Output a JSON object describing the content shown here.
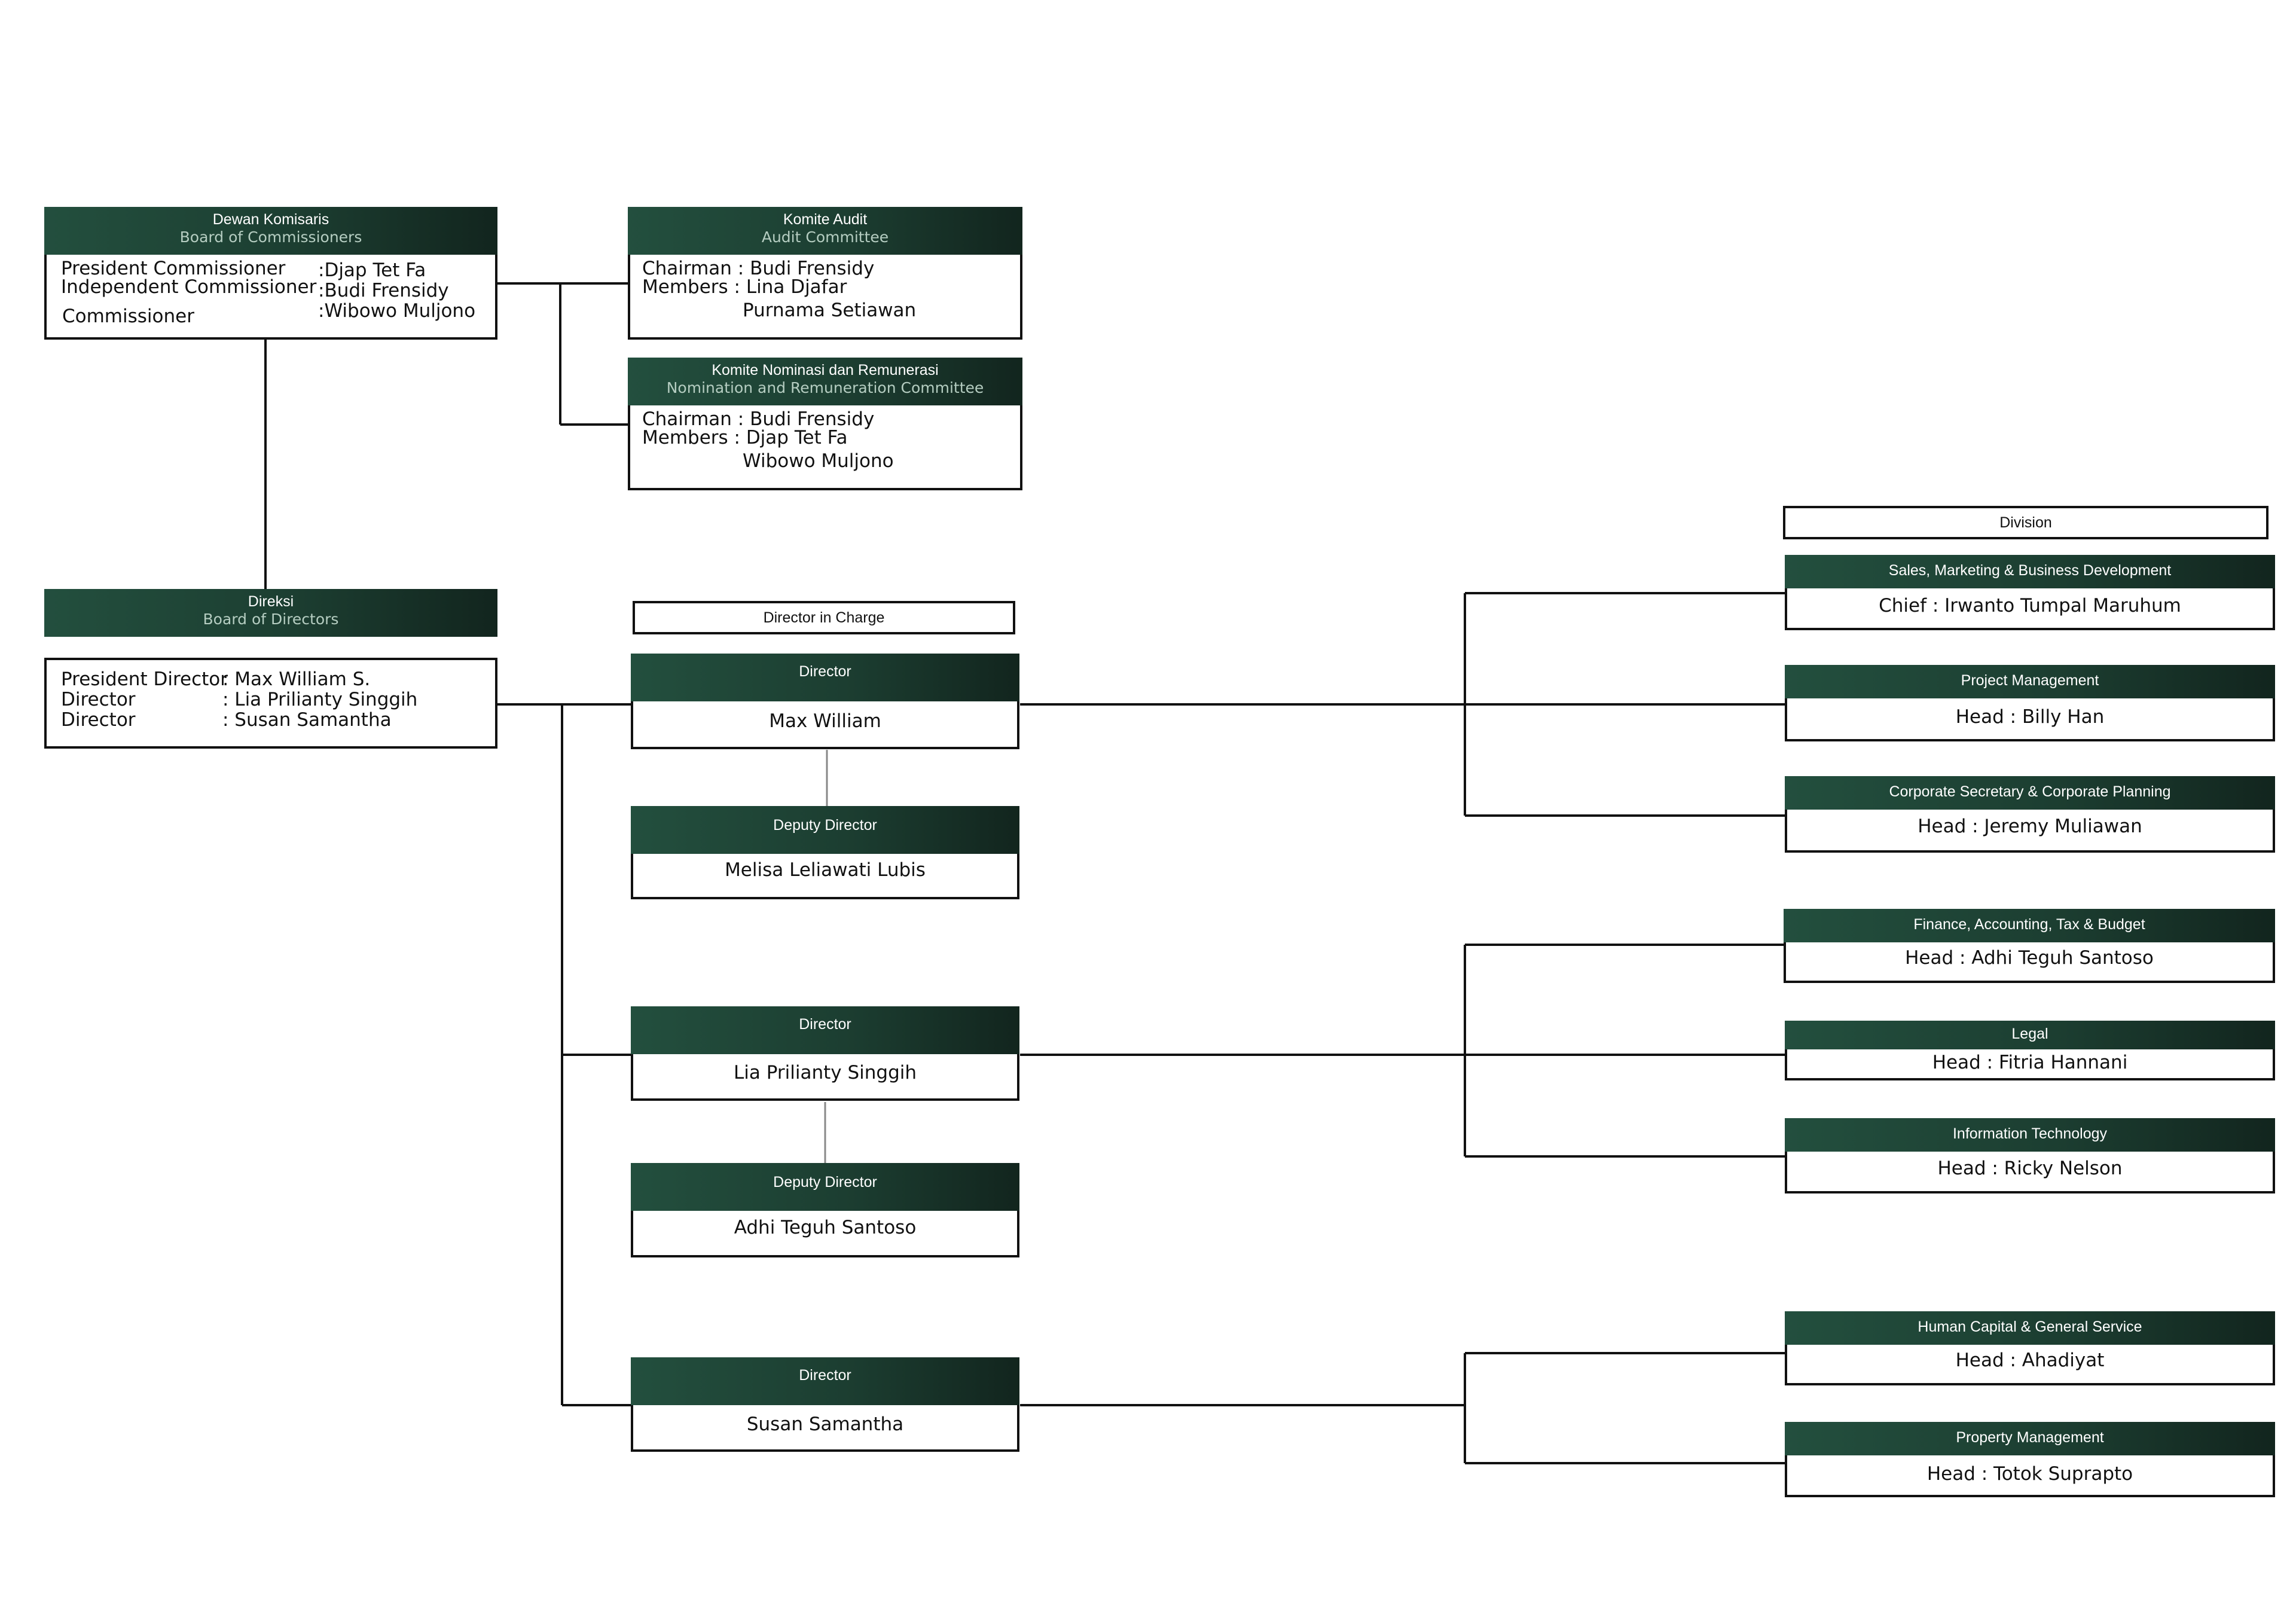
{
  "commissioners": {
    "title": "Dewan Komisaris",
    "subtitle": "Board of Commissioners",
    "rows": [
      {
        "role": "President Commissioner",
        "name": ":Djap Tet Fa"
      },
      {
        "role": "Independent Commissioner",
        "name": ":Budi Frensidy"
      },
      {
        "role": "Commissioner",
        "name": ":Wibowo Muljono"
      }
    ]
  },
  "audit_committee": {
    "title": "Komite Audit",
    "subtitle": "Audit Committee",
    "chairman": "Chairman : Budi Frensidy",
    "members": "Members : Lina Djafar",
    "member_extra": "Purnama Setiawan"
  },
  "nomination_committee": {
    "title": "Komite Nominasi dan Remunerasi",
    "subtitle": "Nomination and Remuneration Committee",
    "chairman": "Chairman : Budi Frensidy",
    "members": "Members : Djap Tet Fa",
    "member_extra": "Wibowo Muljono"
  },
  "directors": {
    "title": "Direksi",
    "subtitle": "Board of Directors",
    "rows": [
      {
        "role": "President Director",
        "name": ": Max William S."
      },
      {
        "role": "Director",
        "name": ": Lia Prilianty Singgih"
      },
      {
        "role": "Director",
        "name": ": Susan Samantha"
      }
    ]
  },
  "director_in_charge_label": "Director in Charge",
  "division_label": "Division",
  "director_cards": [
    {
      "title": "Director",
      "name": "Max William"
    },
    {
      "title": "Deputy Director",
      "name": "Melisa Leliawati Lubis"
    },
    {
      "title": "Director",
      "name": "Lia Prilianty Singgih"
    },
    {
      "title": "Deputy Director",
      "name": "Adhi Teguh Santoso"
    },
    {
      "title": "Director",
      "name": "Susan Samantha"
    }
  ],
  "divisions": [
    {
      "title": "Sales, Marketing & Business Development",
      "head": "Chief : Irwanto Tumpal Maruhum"
    },
    {
      "title": "Project Management",
      "head": "Head : Billy Han"
    },
    {
      "title": "Corporate Secretary & Corporate Planning",
      "head": "Head : Jeremy Muliawan"
    },
    {
      "title": "Finance, Accounting, Tax & Budget",
      "head": "Head : Adhi Teguh Santoso"
    },
    {
      "title": "Legal",
      "head": "Head : Fitria Hannani"
    },
    {
      "title": "Information Technology",
      "head": "Head : Ricky Nelson"
    },
    {
      "title": "Human Capital & General Service",
      "head": "Head : Ahadiyat"
    },
    {
      "title": "Property Management",
      "head": "Head : Totok Suprapto"
    }
  ]
}
